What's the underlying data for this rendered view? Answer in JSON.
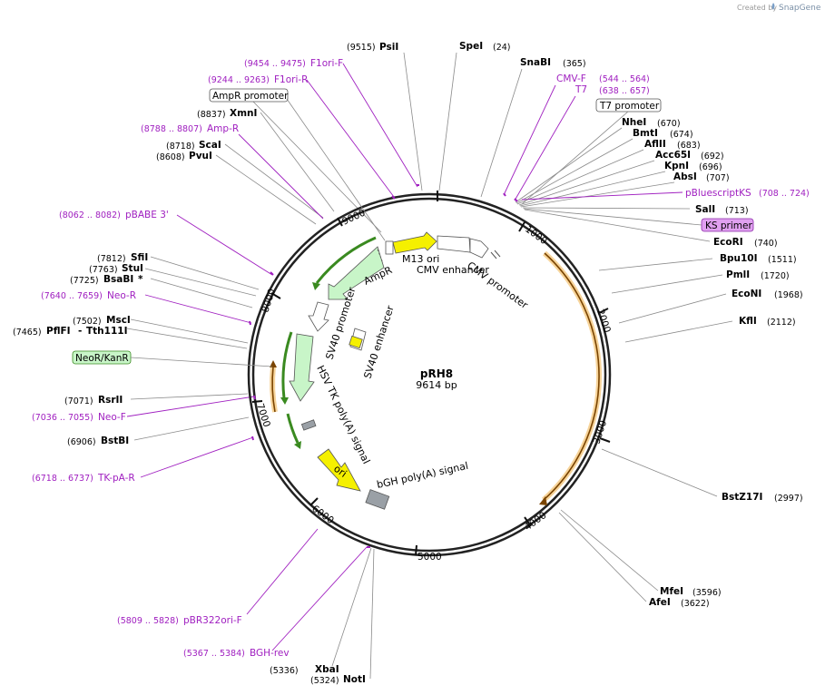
{
  "brand": {
    "created_by": "Created by",
    "name": "SnapGene"
  },
  "plasmid": {
    "name": "pRH8",
    "length_label": "9614 bp",
    "length": 9614
  },
  "ticks": [
    "1000",
    "2000",
    "3000",
    "4000",
    "5000",
    "6000",
    "7000",
    "8000",
    "9000"
  ],
  "colors": {
    "backbone": "#222222",
    "primer": "#a020c0",
    "orange": "#f0a020",
    "yellow": "#f5f000",
    "green_fill": "#c8f5c8",
    "green_edge": "#3a8a20",
    "grey_feature": "#a0a4a8",
    "line": "#808080"
  },
  "enzymes": [
    {
      "name": "PsiI",
      "pos": "(9515)"
    },
    {
      "name": "SpeI",
      "pos": "(24)"
    },
    {
      "name": "SnaBI",
      "pos": "(365)"
    },
    {
      "name": "NheI",
      "pos": "(670)"
    },
    {
      "name": "BmtI",
      "pos": "(674)"
    },
    {
      "name": "AflII",
      "pos": "(683)"
    },
    {
      "name": "Acc65I",
      "pos": "(692)"
    },
    {
      "name": "KpnI",
      "pos": "(696)"
    },
    {
      "name": "AbsI",
      "pos": "(707)"
    },
    {
      "name": "SalI",
      "pos": "(713)"
    },
    {
      "name": "EcoRI",
      "pos": "(740)"
    },
    {
      "name": "Bpu10I",
      "pos": "(1511)"
    },
    {
      "name": "PmlI",
      "pos": "(1720)"
    },
    {
      "name": "EcoNI",
      "pos": "(1968)"
    },
    {
      "name": "KflI",
      "pos": "(2112)"
    },
    {
      "name": "BstZ17I",
      "pos": "(2997)"
    },
    {
      "name": "MfeI",
      "pos": "(3596)"
    },
    {
      "name": "AfeI",
      "pos": "(3622)"
    },
    {
      "name": "NotI",
      "pos": "(5324)"
    },
    {
      "name": "XbaI",
      "pos": "(5336)"
    },
    {
      "name": "BstBI",
      "pos": "(6906)"
    },
    {
      "name": "RsrII",
      "pos": "(7071)"
    },
    {
      "name": "PflFI",
      "pos": "(7465)"
    },
    {
      "name": "Tth111I",
      "pos": ""
    },
    {
      "name": "MscI",
      "pos": "(7502)"
    },
    {
      "name": "BsaBI",
      "pos": "(7725)"
    },
    {
      "name": "StuI",
      "pos": "(7763)"
    },
    {
      "name": "SfiI",
      "pos": "(7812)"
    },
    {
      "name": "PvuI",
      "pos": "(8608)"
    },
    {
      "name": "ScaI",
      "pos": "(8718)"
    },
    {
      "name": "XmnI",
      "pos": "(8837)"
    }
  ],
  "primers": [
    {
      "name": "F1ori-F",
      "range": "(9454 .. 9475)"
    },
    {
      "name": "F1ori-R",
      "range": "(9244 .. 9263)"
    },
    {
      "name": "Amp-R",
      "range": "(8788 .. 8807)"
    },
    {
      "name": "CMV-F",
      "range": "(544 .. 564)"
    },
    {
      "name": "T7",
      "range": "(638 .. 657)"
    },
    {
      "name": "pBluescriptKS",
      "range": "(708 .. 724)"
    },
    {
      "name": "pBABE 3'",
      "range": "(8062 .. 8082)"
    },
    {
      "name": "Neo-R",
      "range": "(7640 .. 7659)"
    },
    {
      "name": "Neo-F",
      "range": "(7036 .. 7055)"
    },
    {
      "name": "TK-pA-R",
      "range": "(6718 .. 6737)"
    },
    {
      "name": "pBR322ori-F",
      "range": "(5809 .. 5828)"
    },
    {
      "name": "BGH-rev",
      "range": "(5367 .. 5384)"
    }
  ],
  "boxed_features": {
    "ampr_promoter": "AmpR promoter",
    "t7_promoter": "T7 promoter",
    "ks_primer": "KS primer",
    "neo_kanr": "NeoR/KanR",
    "asterisk": "*",
    "dash": "-"
  },
  "inner_features": {
    "ampr": "AmpR",
    "m13_ori": "M13 ori",
    "cmv_enhancer": "CMV enhancer",
    "cmv_promoter": "CMV promoter",
    "sv40_promoter": "SV40 promoter",
    "sv40_enhancer": "SV40 enhancer",
    "hsv_tk": "HSV TK poly(A) signal",
    "ori": "ori",
    "bgh": "bGH poly(A) signal"
  }
}
